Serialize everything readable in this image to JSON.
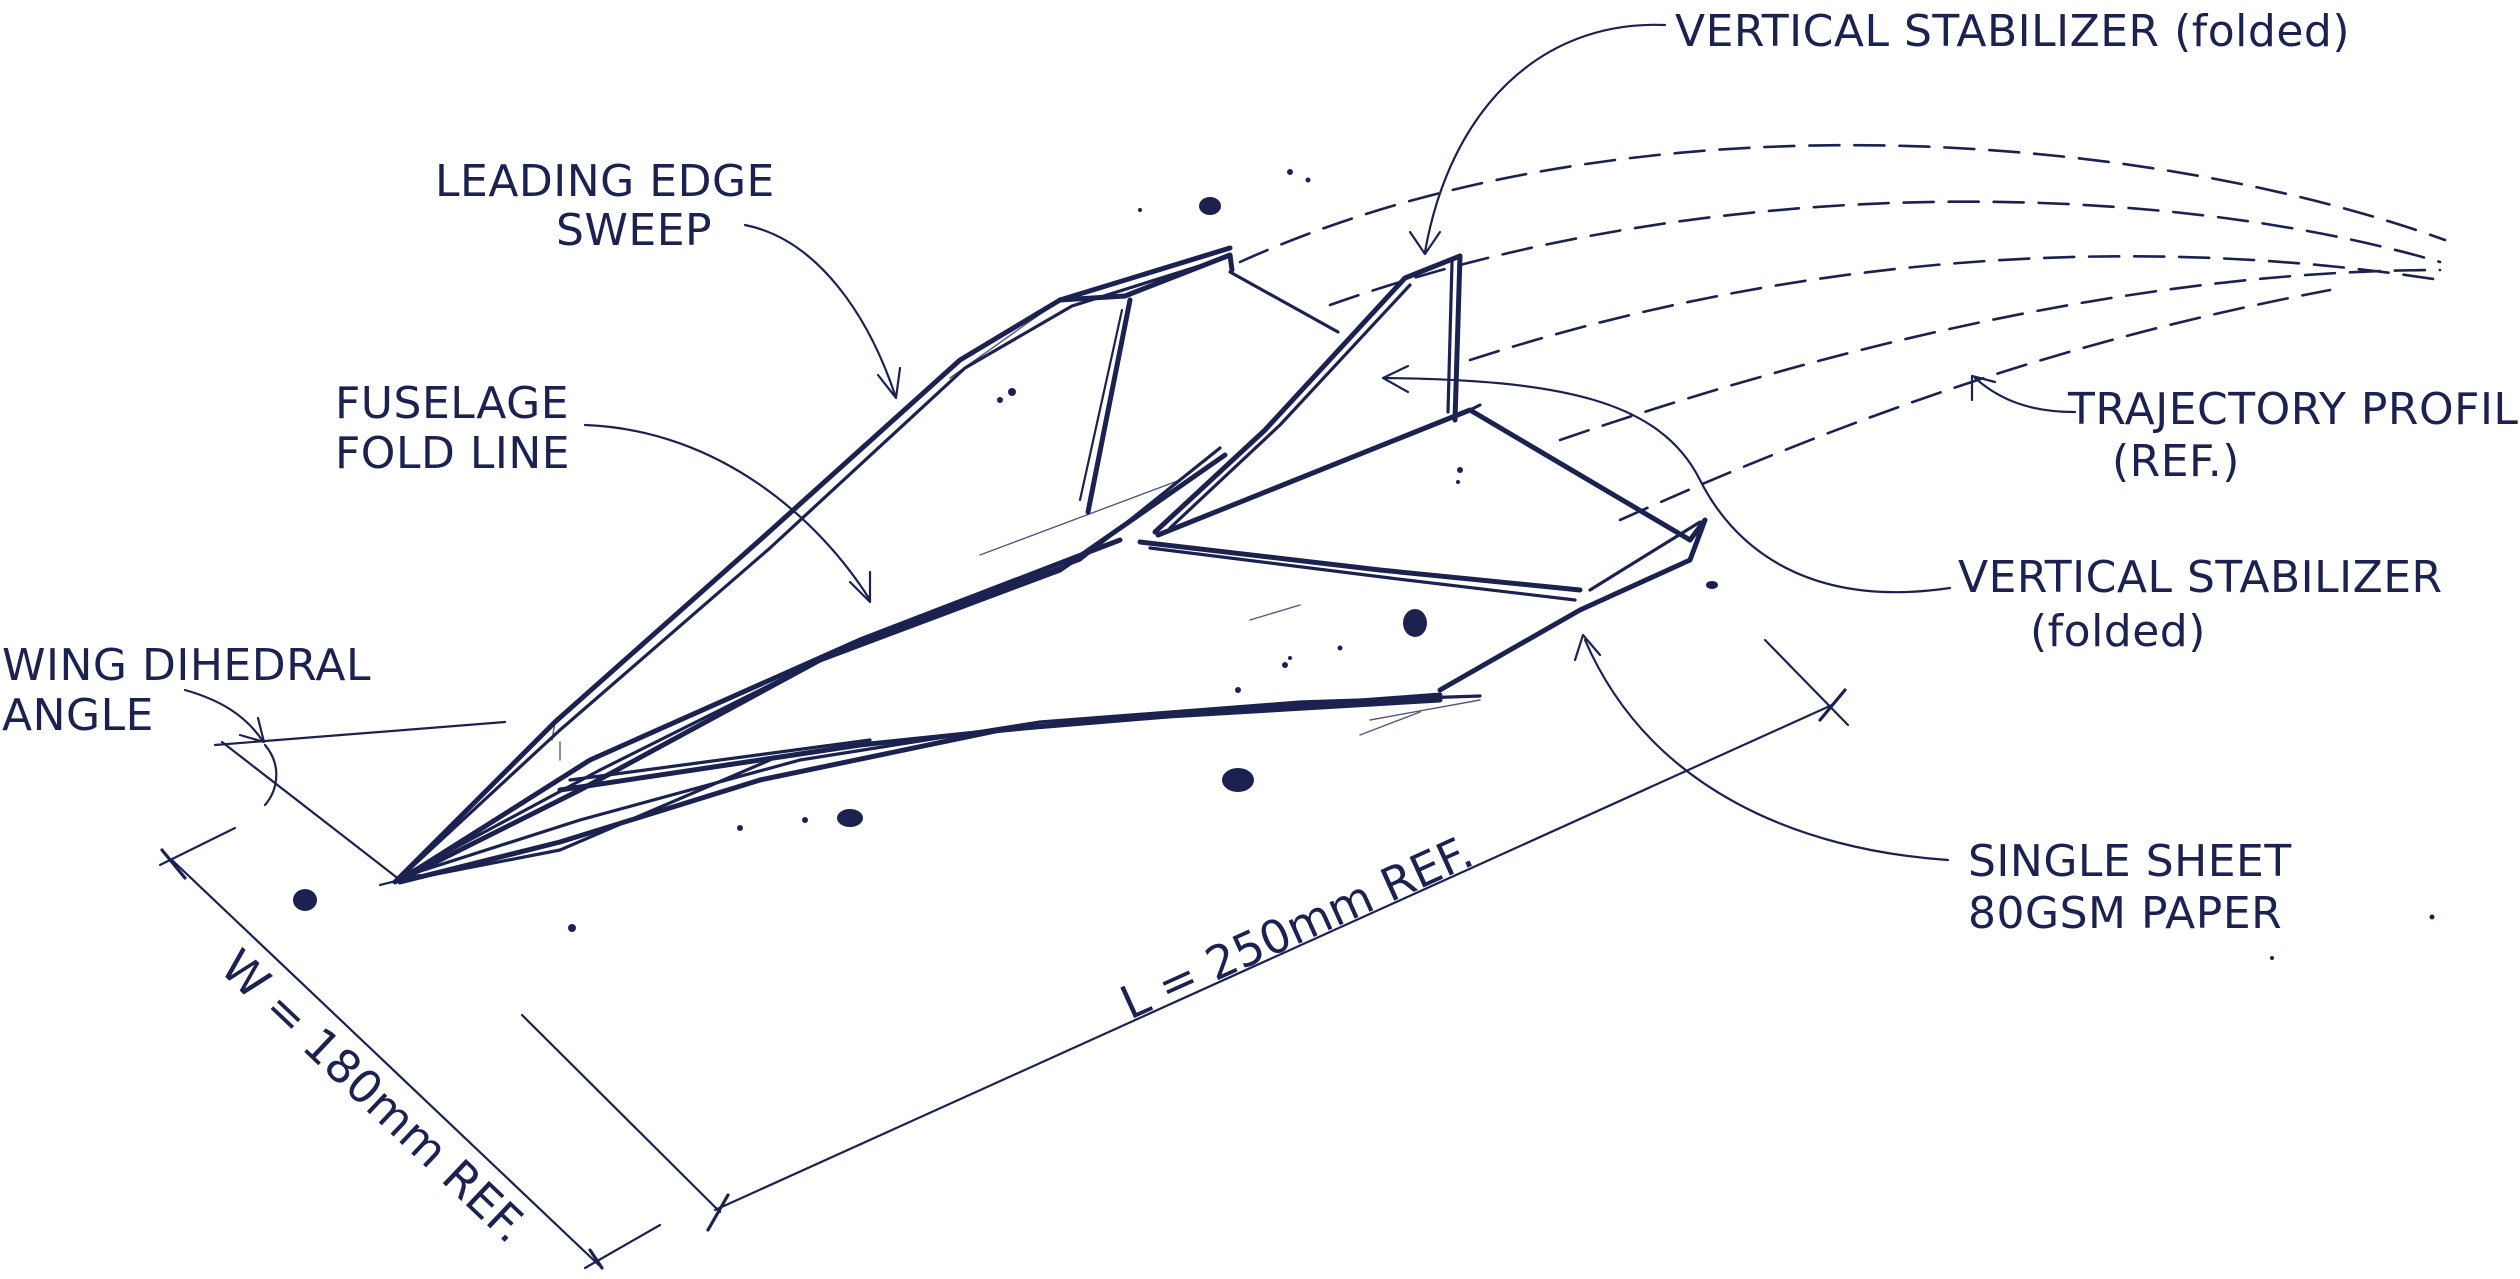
{
  "labels": {
    "leading_edge_1": "LEADING EDGE",
    "leading_edge_2": "SWEEP",
    "fuselage_1": "FUSELAGE",
    "fuselage_2": "FOLD LINE",
    "dihedral_1": "WING DIHEDRAL",
    "dihedral_2": "ANGLE",
    "stab_top": "VERTICAL STABILIZER (folded)",
    "stab_mid_1": "VERTICAL STABILIZER",
    "stab_mid_2": "(folded)",
    "trajectory_1": "TRAJECTORY PROFILE",
    "trajectory_2": "(REF.)",
    "paper_1": "SINGLE SHEET",
    "paper_2": "80GSM PAPER"
  },
  "dimensions": {
    "length": "L = 250mm REF.",
    "width": "W = 180mm REF."
  },
  "colors": {
    "ink": "#1b2250",
    "background": "#ffffff"
  }
}
